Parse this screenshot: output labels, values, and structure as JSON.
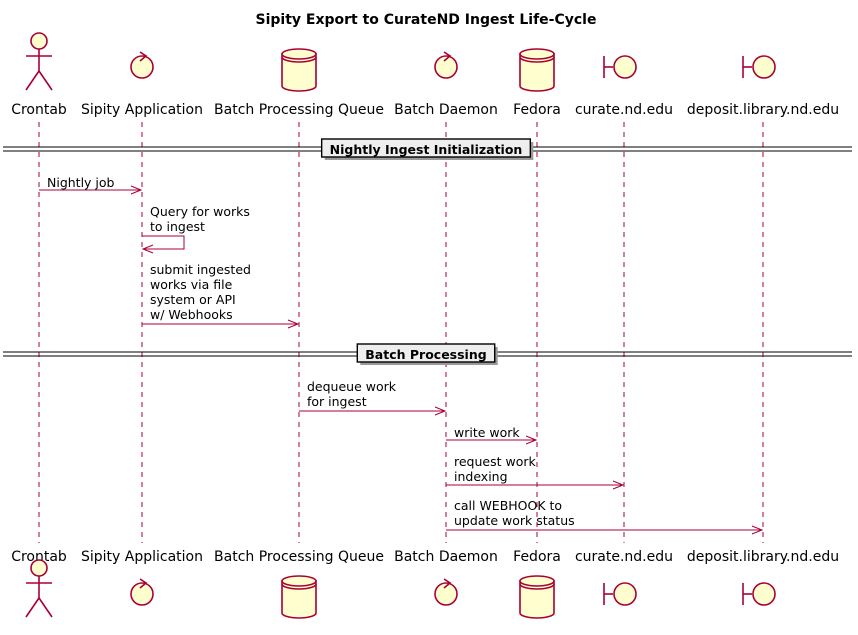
{
  "title": "Sipity Export to CurateND Ingest Life-Cycle",
  "colors": {
    "line": "#A80036",
    "fill": "#FEFECE",
    "divider_fill": "#EEEEEE"
  },
  "participants": [
    {
      "id": "crontab",
      "label": "Crontab",
      "shape": "actor"
    },
    {
      "id": "sipity",
      "label": "Sipity Application",
      "shape": "control"
    },
    {
      "id": "queue",
      "label": "Batch Processing Queue",
      "shape": "database"
    },
    {
      "id": "daemon",
      "label": "Batch Daemon",
      "shape": "control"
    },
    {
      "id": "fedora",
      "label": "Fedora",
      "shape": "database"
    },
    {
      "id": "curate",
      "label": "curate.nd.edu",
      "shape": "boundary"
    },
    {
      "id": "deposit",
      "label": "deposit.library.nd.edu",
      "shape": "boundary"
    }
  ],
  "dividers": [
    {
      "label": "Nightly Ingest Initialization"
    },
    {
      "label": "Batch Processing"
    }
  ],
  "messages": [
    {
      "from": "crontab",
      "to": "sipity",
      "lines": [
        "Nightly job"
      ]
    },
    {
      "from": "sipity",
      "to": "sipity",
      "lines": [
        "Query for works",
        "to ingest"
      ]
    },
    {
      "from": "sipity",
      "to": "queue",
      "lines": [
        "submit ingested",
        "works via file",
        "system or API",
        "w/ Webhooks"
      ]
    },
    {
      "from": "queue",
      "to": "daemon",
      "lines": [
        "dequeue work",
        "for ingest"
      ]
    },
    {
      "from": "daemon",
      "to": "fedora",
      "lines": [
        "write work"
      ]
    },
    {
      "from": "daemon",
      "to": "curate",
      "lines": [
        "request work",
        "indexing"
      ]
    },
    {
      "from": "daemon",
      "to": "deposit",
      "lines": [
        "call WEBHOOK to",
        "update work status"
      ]
    }
  ]
}
